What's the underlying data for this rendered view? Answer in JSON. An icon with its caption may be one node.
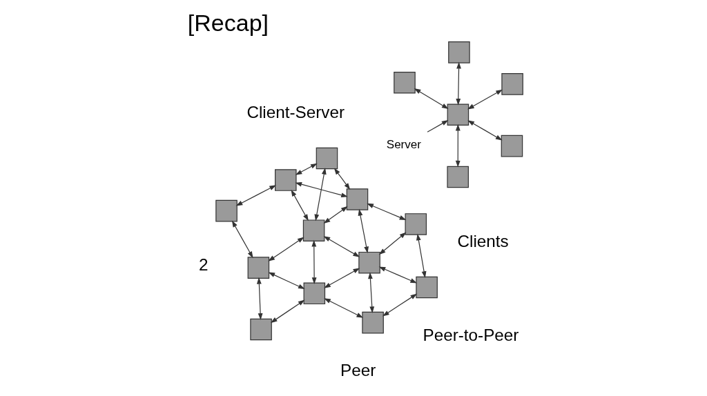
{
  "diagram": {
    "title": "[Recap]",
    "nodes": [
      {
        "text": [],
        "shape": "box"
      },
      {
        "text": [],
        "shape": "box"
      },
      {
        "text": [],
        "shape": "box"
      },
      {
        "text": [],
        "shape": "box"
      },
      {
        "text": [],
        "shape": "box"
      },
      {
        "text": [],
        "shape": "box"
      },
      {
        "text": [
          "Server"
        ]
      },
      {
        "text": [],
        "shape": "box"
      },
      {
        "text": [],
        "shape": "box"
      },
      {
        "text": [],
        "shape": "box"
      },
      {
        "text": [],
        "shape": "box"
      },
      {
        "text": [],
        "shape": "box"
      },
      {
        "text": [],
        "shape": "box"
      },
      {
        "text": [],
        "shape": "box"
      },
      {
        "text": [],
        "shape": "box"
      },
      {
        "text": [],
        "shape": "box"
      },
      {
        "text": [],
        "shape": "box"
      },
      {
        "text": [],
        "shape": "box"
      },
      {
        "text": [],
        "shape": "box"
      }
    ],
    "edges": [
      {
        "from": 0,
        "to": 1,
        "arrow": "both"
      },
      {
        "from": 0,
        "to": 2,
        "arrow": "both"
      },
      {
        "from": 0,
        "to": 3,
        "arrow": "both"
      },
      {
        "from": 0,
        "to": 4,
        "arrow": "both"
      },
      {
        "from": 0,
        "to": 5,
        "arrow": "both"
      },
      {
        "from": 6,
        "to": 0,
        "arrow": "to"
      },
      {
        "from": 8,
        "to": 7,
        "arrow": "both"
      },
      {
        "from": 7,
        "to": 10,
        "arrow": "both"
      },
      {
        "from": 7,
        "to": 12,
        "arrow": "both"
      },
      {
        "from": 9,
        "to": 8,
        "arrow": "both"
      },
      {
        "from": 8,
        "to": 10,
        "arrow": "both"
      },
      {
        "from": 8,
        "to": 11,
        "arrow": "both"
      },
      {
        "from": 8,
        "to": 12,
        "arrow": "both"
      },
      {
        "from": 10,
        "to": 12,
        "arrow": "both"
      },
      {
        "from": 9,
        "to": 11,
        "arrow": "both"
      },
      {
        "from": 9,
        "to": 14,
        "arrow": "both"
      },
      {
        "from": 11,
        "to": 14,
        "arrow": "both"
      },
      {
        "from": 11,
        "to": 12,
        "arrow": "both"
      },
      {
        "from": 11,
        "to": 16,
        "arrow": "both"
      },
      {
        "from": 11,
        "to": 17,
        "arrow": "both"
      },
      {
        "from": 12,
        "to": 17,
        "arrow": "both"
      },
      {
        "from": 12,
        "to": 15,
        "arrow": "both"
      },
      {
        "from": 10,
        "to": 13,
        "arrow": "both"
      },
      {
        "from": 13,
        "to": 15,
        "arrow": "both"
      },
      {
        "from": 14,
        "to": 16,
        "arrow": "both"
      },
      {
        "from": 16,
        "to": 17,
        "arrow": "both"
      },
      {
        "from": 17,
        "to": 15,
        "arrow": "both"
      },
      {
        "from": 17,
        "to": 18,
        "arrow": "both"
      },
      {
        "from": 15,
        "to": 18,
        "arrow": "both"
      }
    ],
    "labels": [
      "Client-Server",
      "Clients",
      "Peer-to-Peer",
      "Peer",
      "2"
    ]
  }
}
